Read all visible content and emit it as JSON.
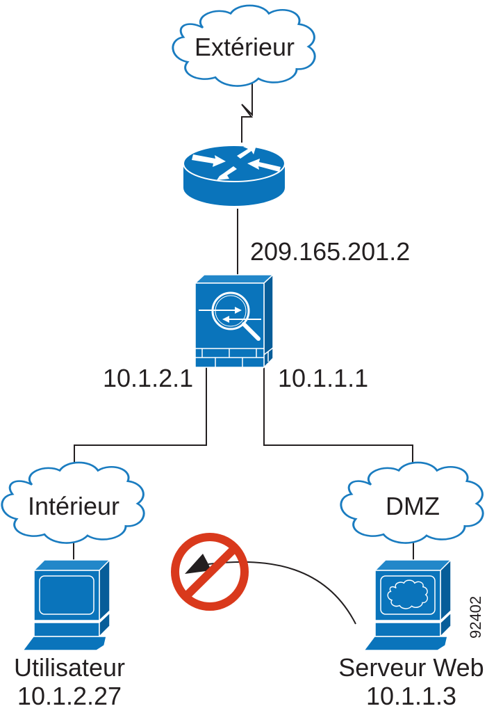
{
  "colors": {
    "device_blue": "#0a74bb",
    "device_blue_top": "#2287c9",
    "device_blue_dark": "#075d99",
    "cloud_stroke": "#1a7cc0",
    "wire": "#231f20",
    "prohibit_red": "#d9391c",
    "text": "#231f20"
  },
  "clouds": {
    "outside": {
      "label": "Extérieur"
    },
    "inside": {
      "label": "Intérieur"
    },
    "dmz": {
      "label": "DMZ"
    }
  },
  "devices": {
    "router": {
      "icon": "router-icon"
    },
    "firewall": {
      "icon": "security-appliance-icon"
    },
    "user_pc": {
      "icon": "workstation-icon"
    },
    "web_server": {
      "icon": "web-server-icon"
    }
  },
  "interfaces": {
    "firewall_outside_ip": "209.165.201.2",
    "firewall_inside_ip": "10.1.2.1",
    "firewall_dmz_ip": "10.1.1.1"
  },
  "hosts": {
    "user": {
      "name": "Utilisateur",
      "ip": "10.1.2.27"
    },
    "web": {
      "name": "Serveur Web",
      "ip": "10.1.1.3"
    }
  },
  "flow": {
    "direction": "from web server toward inside network",
    "status": "blocked",
    "icon": "prohibited-icon"
  },
  "figure_id": "92402"
}
